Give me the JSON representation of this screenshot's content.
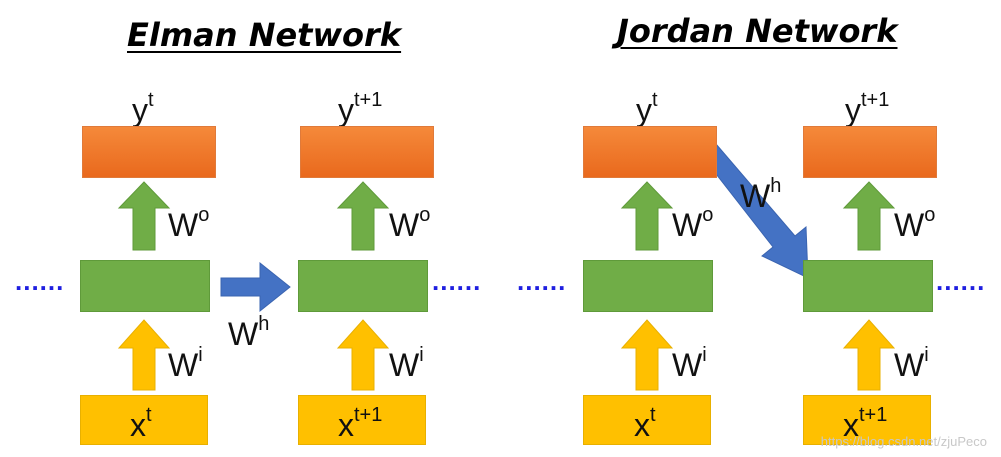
{
  "elman": {
    "title": "Elman Network",
    "y_t": {
      "base": "y",
      "sup": "t"
    },
    "y_t1": {
      "base": "y",
      "sup": "t+1"
    },
    "x_t": {
      "base": "x",
      "sup": "t"
    },
    "x_t1": {
      "base": "x",
      "sup": "t+1"
    },
    "wo_left": {
      "base": "W",
      "sup": "o"
    },
    "wo_right": {
      "base": "W",
      "sup": "o"
    },
    "wi_left": {
      "base": "W",
      "sup": "i"
    },
    "wi_right": {
      "base": "W",
      "sup": "i"
    },
    "wh": {
      "base": "W",
      "sup": "h"
    },
    "dots_left": "......",
    "dots_right": "......"
  },
  "jordan": {
    "title": "Jordan Network",
    "y_t": {
      "base": "y",
      "sup": "t"
    },
    "y_t1": {
      "base": "y",
      "sup": "t+1"
    },
    "x_t": {
      "base": "x",
      "sup": "t"
    },
    "x_t1": {
      "base": "x",
      "sup": "t+1"
    },
    "wo_left": {
      "base": "W",
      "sup": "o"
    },
    "wo_right": {
      "base": "W",
      "sup": "o"
    },
    "wi_left": {
      "base": "W",
      "sup": "i"
    },
    "wi_right": {
      "base": "W",
      "sup": "i"
    },
    "wh": {
      "base": "W",
      "sup": "h"
    },
    "dots_left": "......",
    "dots_right": "......"
  },
  "watermark": "https://blog.csdn.net/zjuPeco",
  "colors": {
    "output": "#ed7d31",
    "hidden": "#70ad47",
    "input": "#ffc000",
    "up_arrow_green": "#70ad47",
    "up_arrow_gold": "#ffc000",
    "recurrent_arrow": "#4472c4",
    "dots": "#1f1fe0"
  }
}
